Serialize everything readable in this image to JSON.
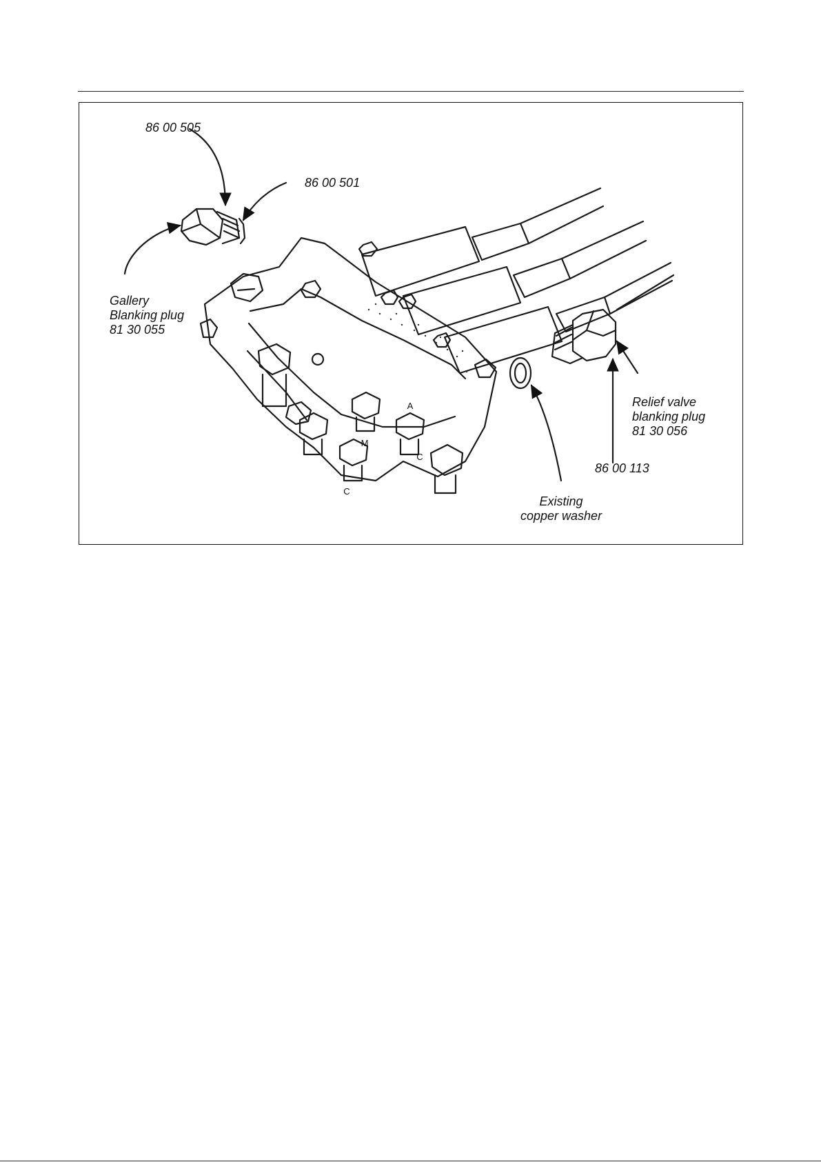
{
  "figure": {
    "callouts": {
      "gallery_plug": [
        "Gallery",
        "Blanking plug",
        "81 30 055"
      ],
      "part_86_00_505": "86 00 505",
      "part_86_00_501": "86 00 501",
      "relief_valve_plug": [
        "Relief valve",
        "blanking plug",
        "81 30 056"
      ],
      "part_86_00_113": "86 00 113",
      "copper_washer": [
        "Existing",
        "copper washer"
      ]
    },
    "port_markings": [
      "M",
      "A",
      "C",
      "C"
    ]
  }
}
